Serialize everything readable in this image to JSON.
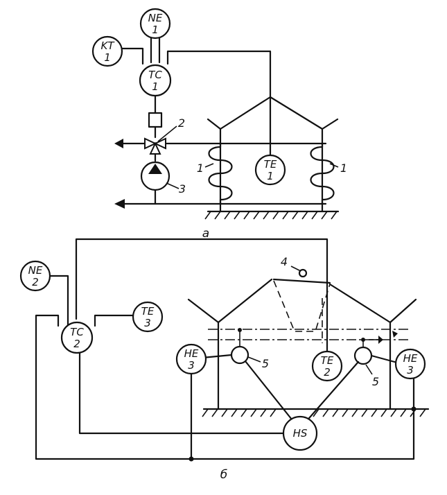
{
  "part_a": {
    "caption": "a",
    "instruments": {
      "ne1": [
        "NE",
        "1"
      ],
      "kt1": [
        "KT",
        "1"
      ],
      "tc1": [
        "TC",
        "1"
      ],
      "te1": [
        "TE",
        "1"
      ]
    },
    "callouts": {
      "valve": "2",
      "pump": "3",
      "coil_left": "1",
      "coil_right": "1"
    }
  },
  "part_b": {
    "caption": "б",
    "instruments": {
      "ne2": [
        "NE",
        "2"
      ],
      "tc2": [
        "TC",
        "2"
      ],
      "te3": [
        "TE",
        "3"
      ],
      "he3_left": [
        "HE",
        "3"
      ],
      "te2": [
        "TE",
        "2"
      ],
      "he3_right": [
        "HE",
        "3"
      ],
      "hs": "HS"
    },
    "callouts": {
      "damper": "4",
      "light_left": "5",
      "light_right": "5"
    }
  }
}
